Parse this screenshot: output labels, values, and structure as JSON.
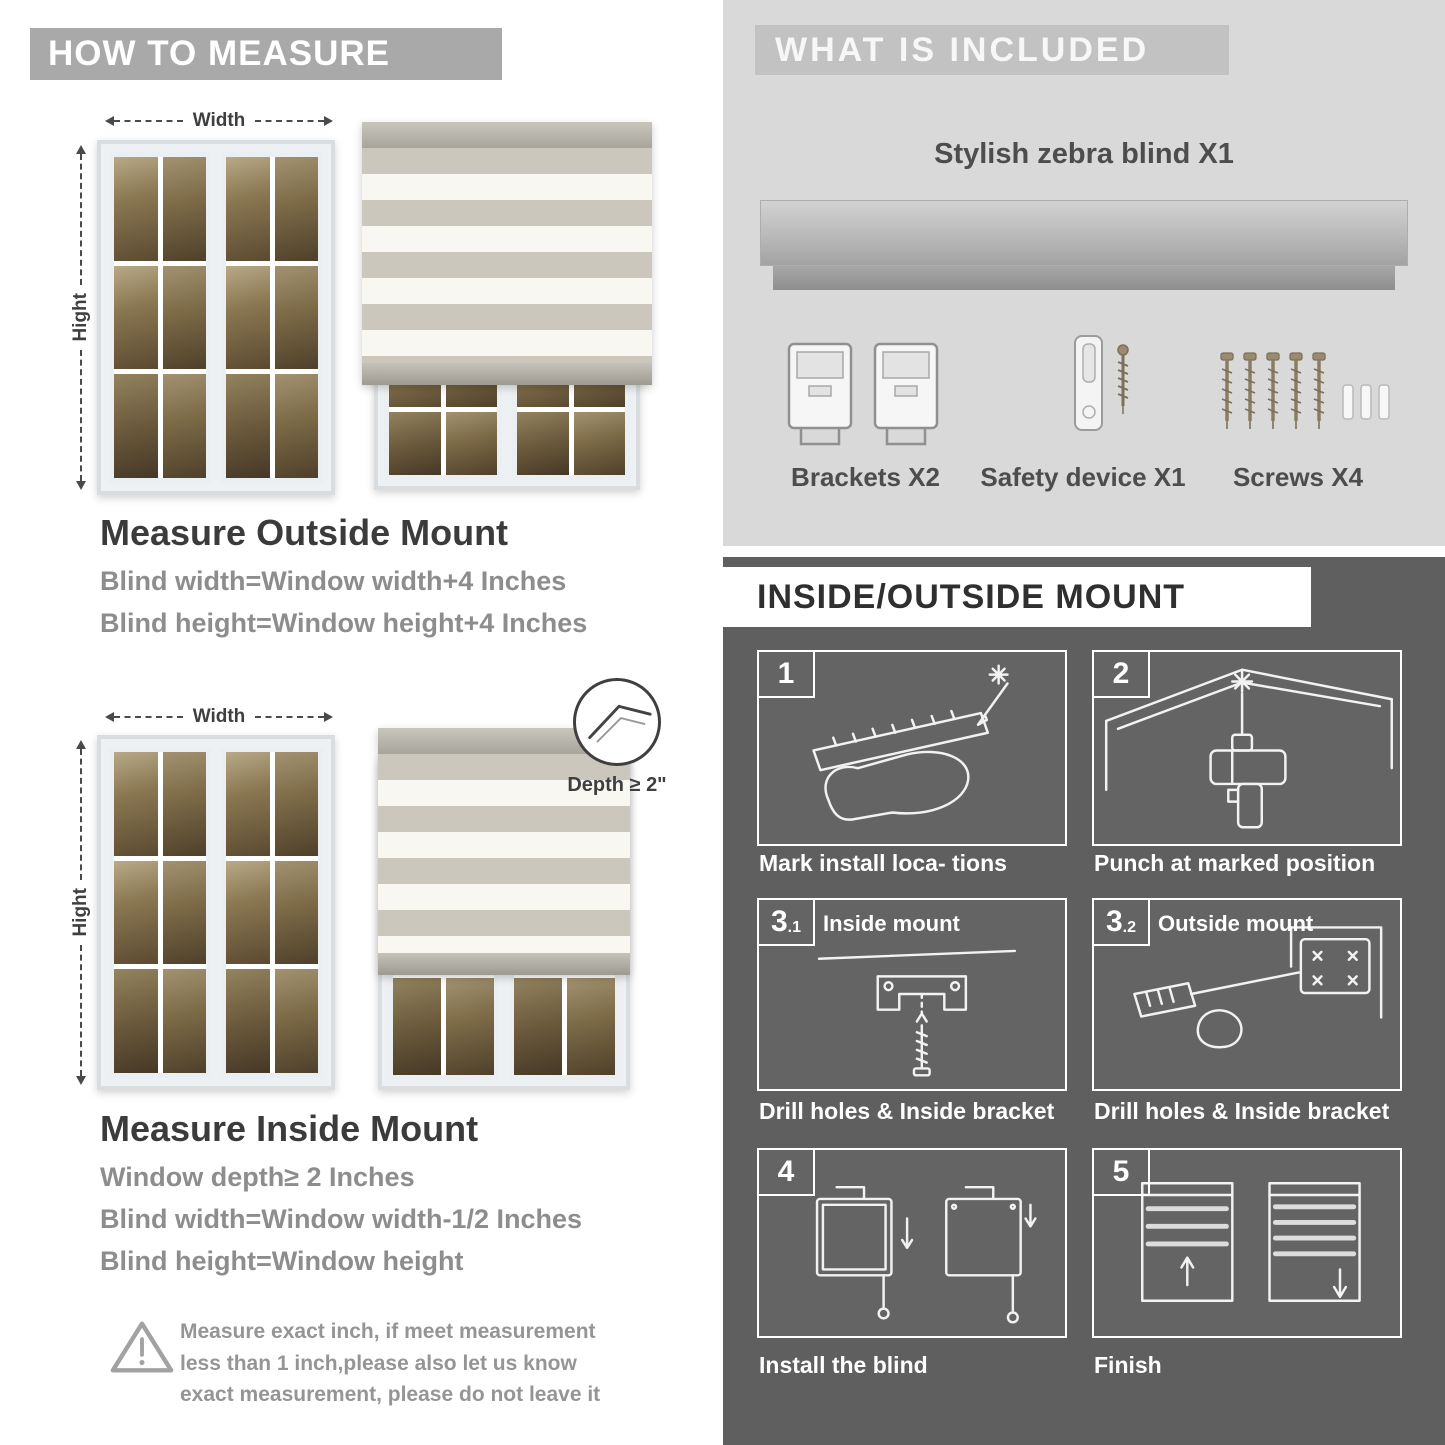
{
  "colors": {
    "left_banner": "#a9a9a9",
    "included_bg": "#d9d9d9",
    "included_band": "#c2c2c2",
    "mount_bg": "#5f5f5f",
    "heading_text": "#3b3b3b",
    "gray_text": "#8d8d8d",
    "item_label": "#4d4d4d"
  },
  "left": {
    "banner": "HOW TO MEASURE",
    "outside": {
      "width_label": "Width",
      "height_label": "Hight",
      "heading": "Measure Outside Mount",
      "line1": "Blind width=Window width+4 Inches",
      "line2": "Blind height=Window height+4 Inches"
    },
    "inside": {
      "width_label": "Width",
      "height_label": "Hight",
      "depth_label": "Depth ≥ 2\"",
      "heading": "Measure Inside Mount",
      "line1": "Window depth≥ 2 Inches",
      "line2": "Blind width=Window width-1/2 Inches",
      "line3": "Blind height=Window height"
    },
    "note": "Measure exact inch, if meet measurement less than 1 inch,please also let us know exact measurement, please do not leave it"
  },
  "right": {
    "included": {
      "header": "WHAT IS INCLUDED",
      "blind_label": "Stylish zebra blind X1",
      "items": [
        {
          "label": "Brackets X2"
        },
        {
          "label": "Safety device X1"
        },
        {
          "label": "Screws X4"
        }
      ]
    },
    "mount": {
      "header": "INSIDE/OUTSIDE MOUNT",
      "steps": [
        {
          "num": "1",
          "sub": "",
          "title": "",
          "caption": "Mark install loca- tions"
        },
        {
          "num": "2",
          "sub": "",
          "title": "",
          "caption": "Punch at marked position"
        },
        {
          "num": "3",
          "sub": ".1",
          "title": "Inside mount",
          "caption": "Drill holes & Inside bracket"
        },
        {
          "num": "3",
          "sub": ".2",
          "title": "Outside mount",
          "caption": "Drill holes & Inside bracket"
        },
        {
          "num": "4",
          "sub": "",
          "title": "",
          "caption": "Install the blind"
        },
        {
          "num": "5",
          "sub": "",
          "title": "",
          "caption": "Finish"
        }
      ]
    }
  }
}
